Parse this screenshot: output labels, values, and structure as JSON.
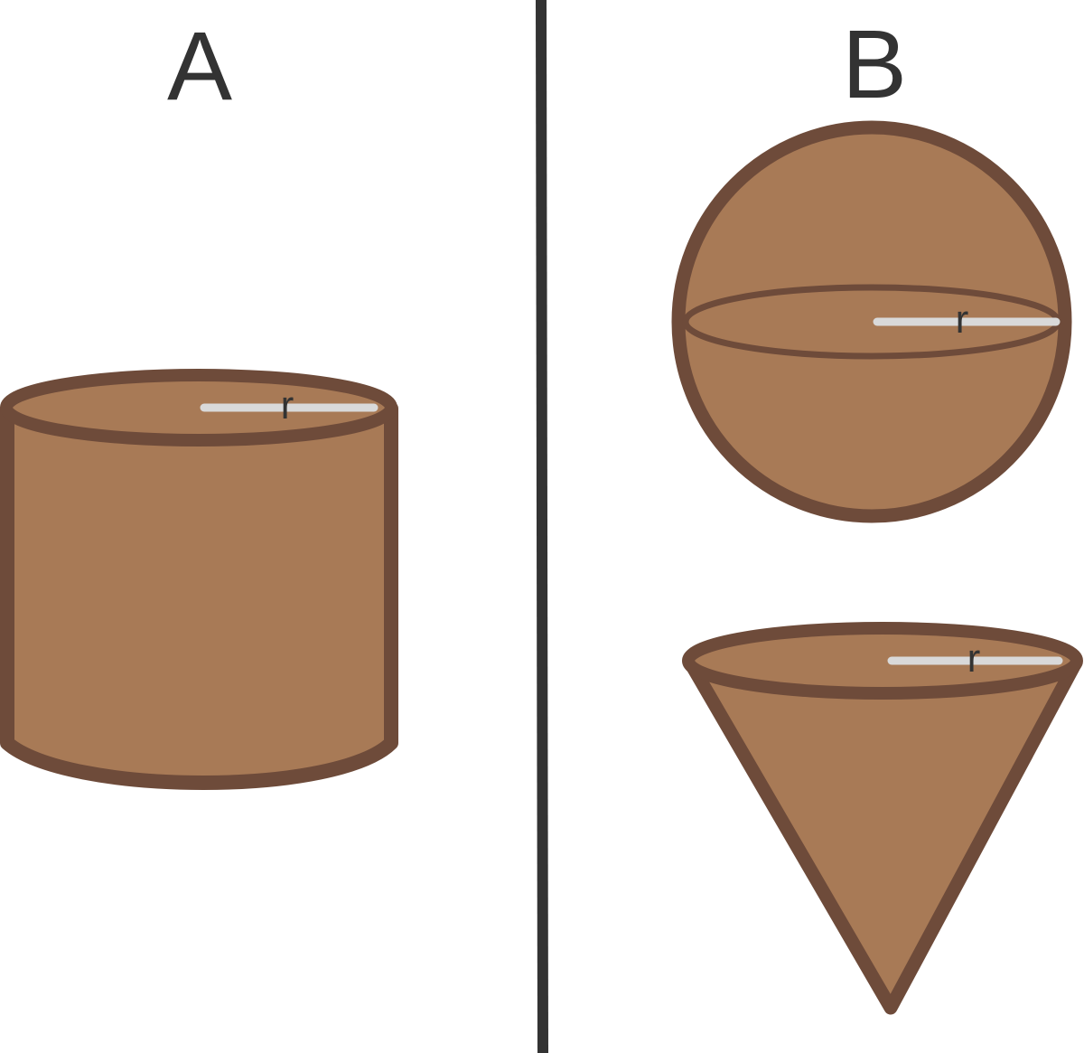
{
  "labels": {
    "panel_a": "A",
    "panel_b": "B",
    "cylinder_radius": "r",
    "sphere_radius": "r",
    "cone_radius": "r"
  },
  "colors": {
    "fill": "#a87a56",
    "outline": "#6e4b3a",
    "radius_line": "#d9d9d9",
    "divider": "#333333",
    "text": "#333333"
  }
}
